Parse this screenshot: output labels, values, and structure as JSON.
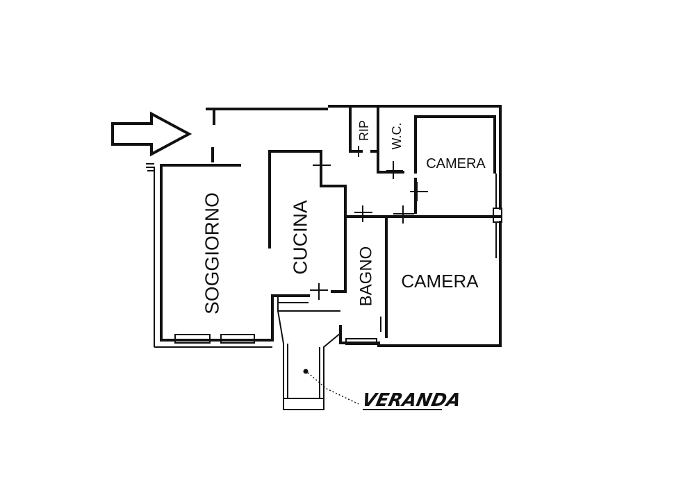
{
  "rooms": {
    "soggiorno": "SOGGIORNO",
    "cucina": "CUCINA",
    "rip": "RIP",
    "wc": "W.C.",
    "camera_small": "CAMERA",
    "camera_large": "CAMERA",
    "bagno": "BAGNO"
  },
  "annotations": {
    "veranda": "VERANDA"
  },
  "icons": {
    "entrance": "entrance-arrow-icon"
  },
  "colors": {
    "line": "#111111",
    "background": "#ffffff"
  }
}
